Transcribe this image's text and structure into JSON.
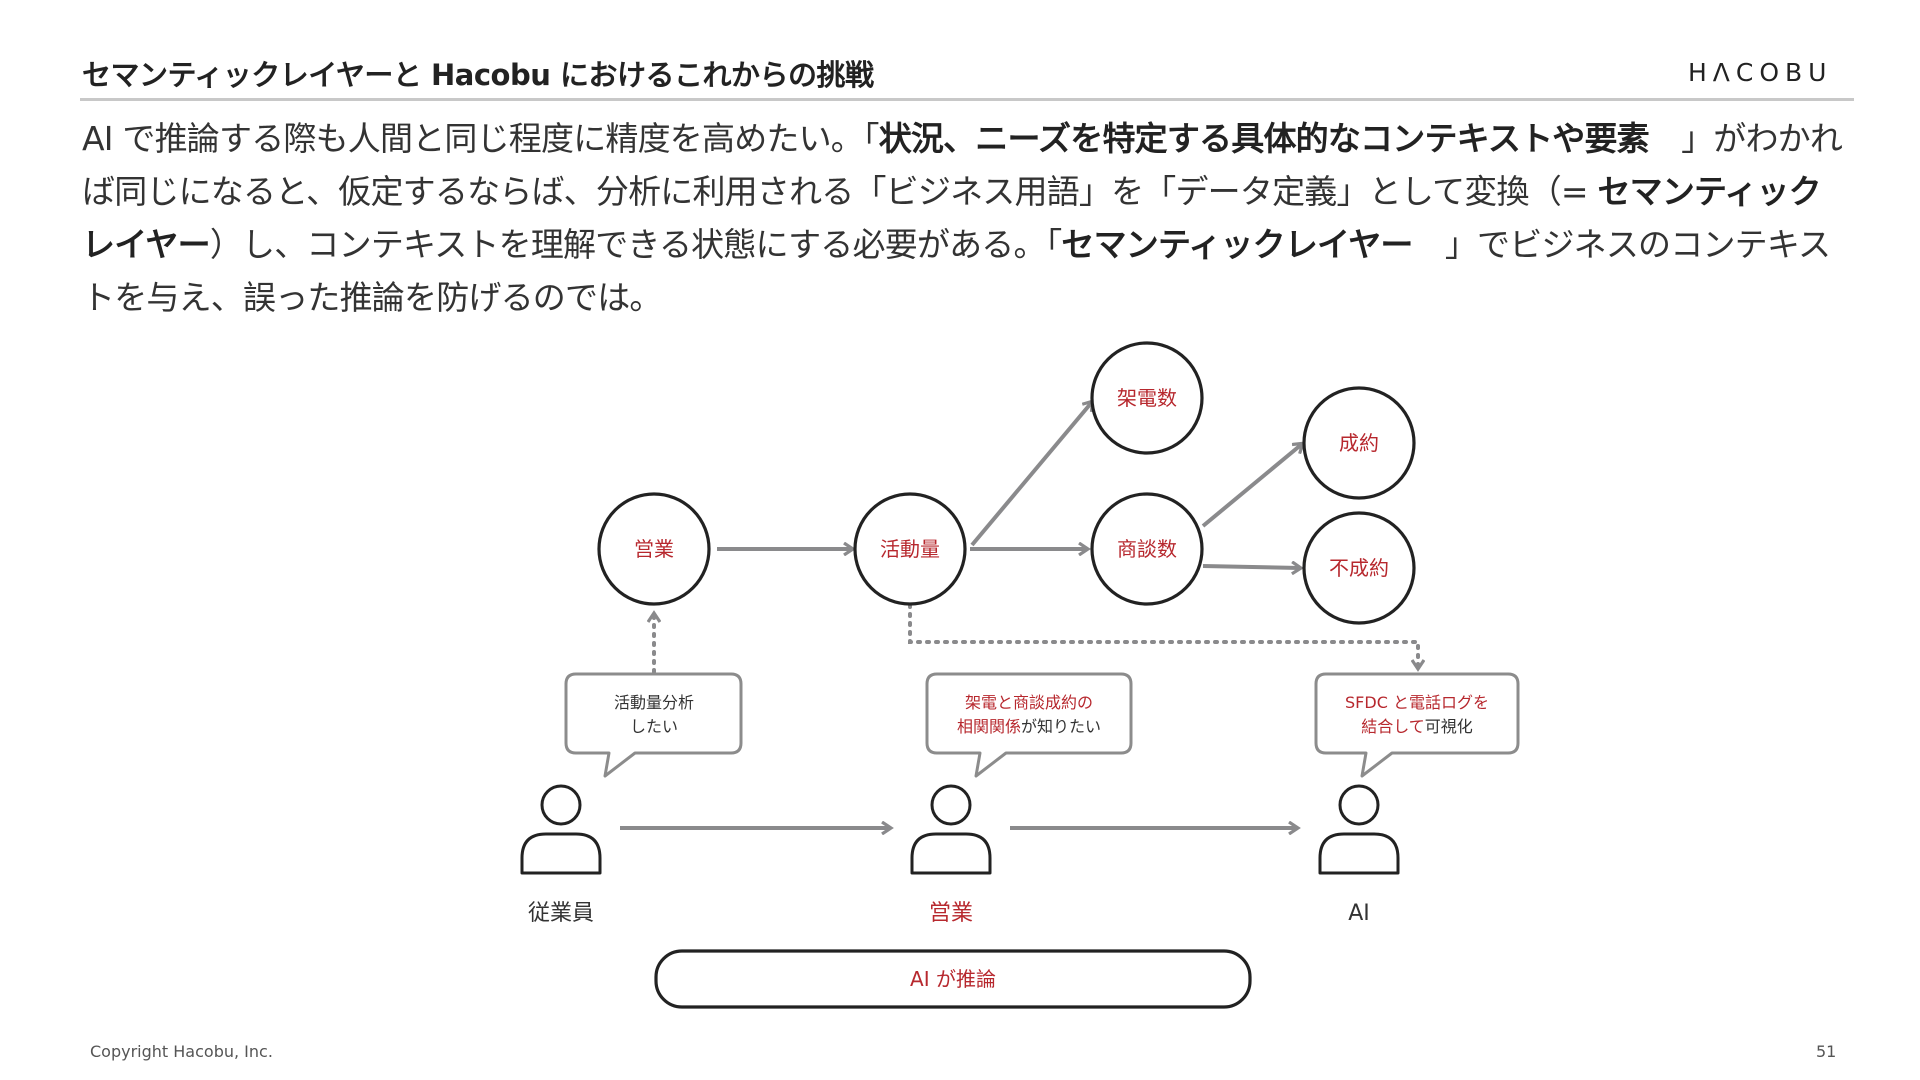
{
  "slide": {
    "title": "セマンティックレイヤーと Hacobu におけるこれからの挑戦",
    "logo": "HΛCOBU",
    "body": {
      "p1": "AI で推論する際も人間と同じ程度に精度を高めたい。「",
      "b1": "状況、ニーズを特定する具体的なコンテキストや要素",
      "p2": "　」がわかれば同じになると、仮定するならば、分析に利用される「ビジネス用語」を「データ定義」として変換（= ",
      "b2": "セマンティックレイヤー",
      "p3": "）し、コンテキストを理解できる状態にする必要がある。「",
      "b3": "セマンティックレイヤー",
      "p4": "　」でビジネスのコンテキストを与え、誤った推論を防げるのでは。"
    },
    "footer": {
      "copyright": "Copyright Hacobu, Inc.",
      "page": "51"
    }
  },
  "diagram": {
    "nodes": {
      "eigyo": "営業",
      "katsudo": "活動量",
      "kaden": "架電数",
      "shodan": "商談数",
      "seiyaku": "成約",
      "fuseiyaku": "不成約"
    },
    "bubbles": {
      "employee": {
        "line1": "活動量分析",
        "line2": "したい"
      },
      "sales": {
        "line1": "架電と商談成約の",
        "line2_red": "相関関係",
        "line2_dark": "が知りたい"
      },
      "ai": {
        "line1": "SFDC と電話ログを",
        "line2_red": "結合して",
        "line2_dark": "可視化"
      }
    },
    "people": {
      "employee": "従業員",
      "sales": "営業",
      "ai": "AI"
    },
    "banner": "AI が推論"
  },
  "colors": {
    "accent_red": "#b7282e",
    "arrow_gray": "#8a8a8c",
    "outline": "#222222",
    "bubble_border": "#8c8c8c"
  }
}
